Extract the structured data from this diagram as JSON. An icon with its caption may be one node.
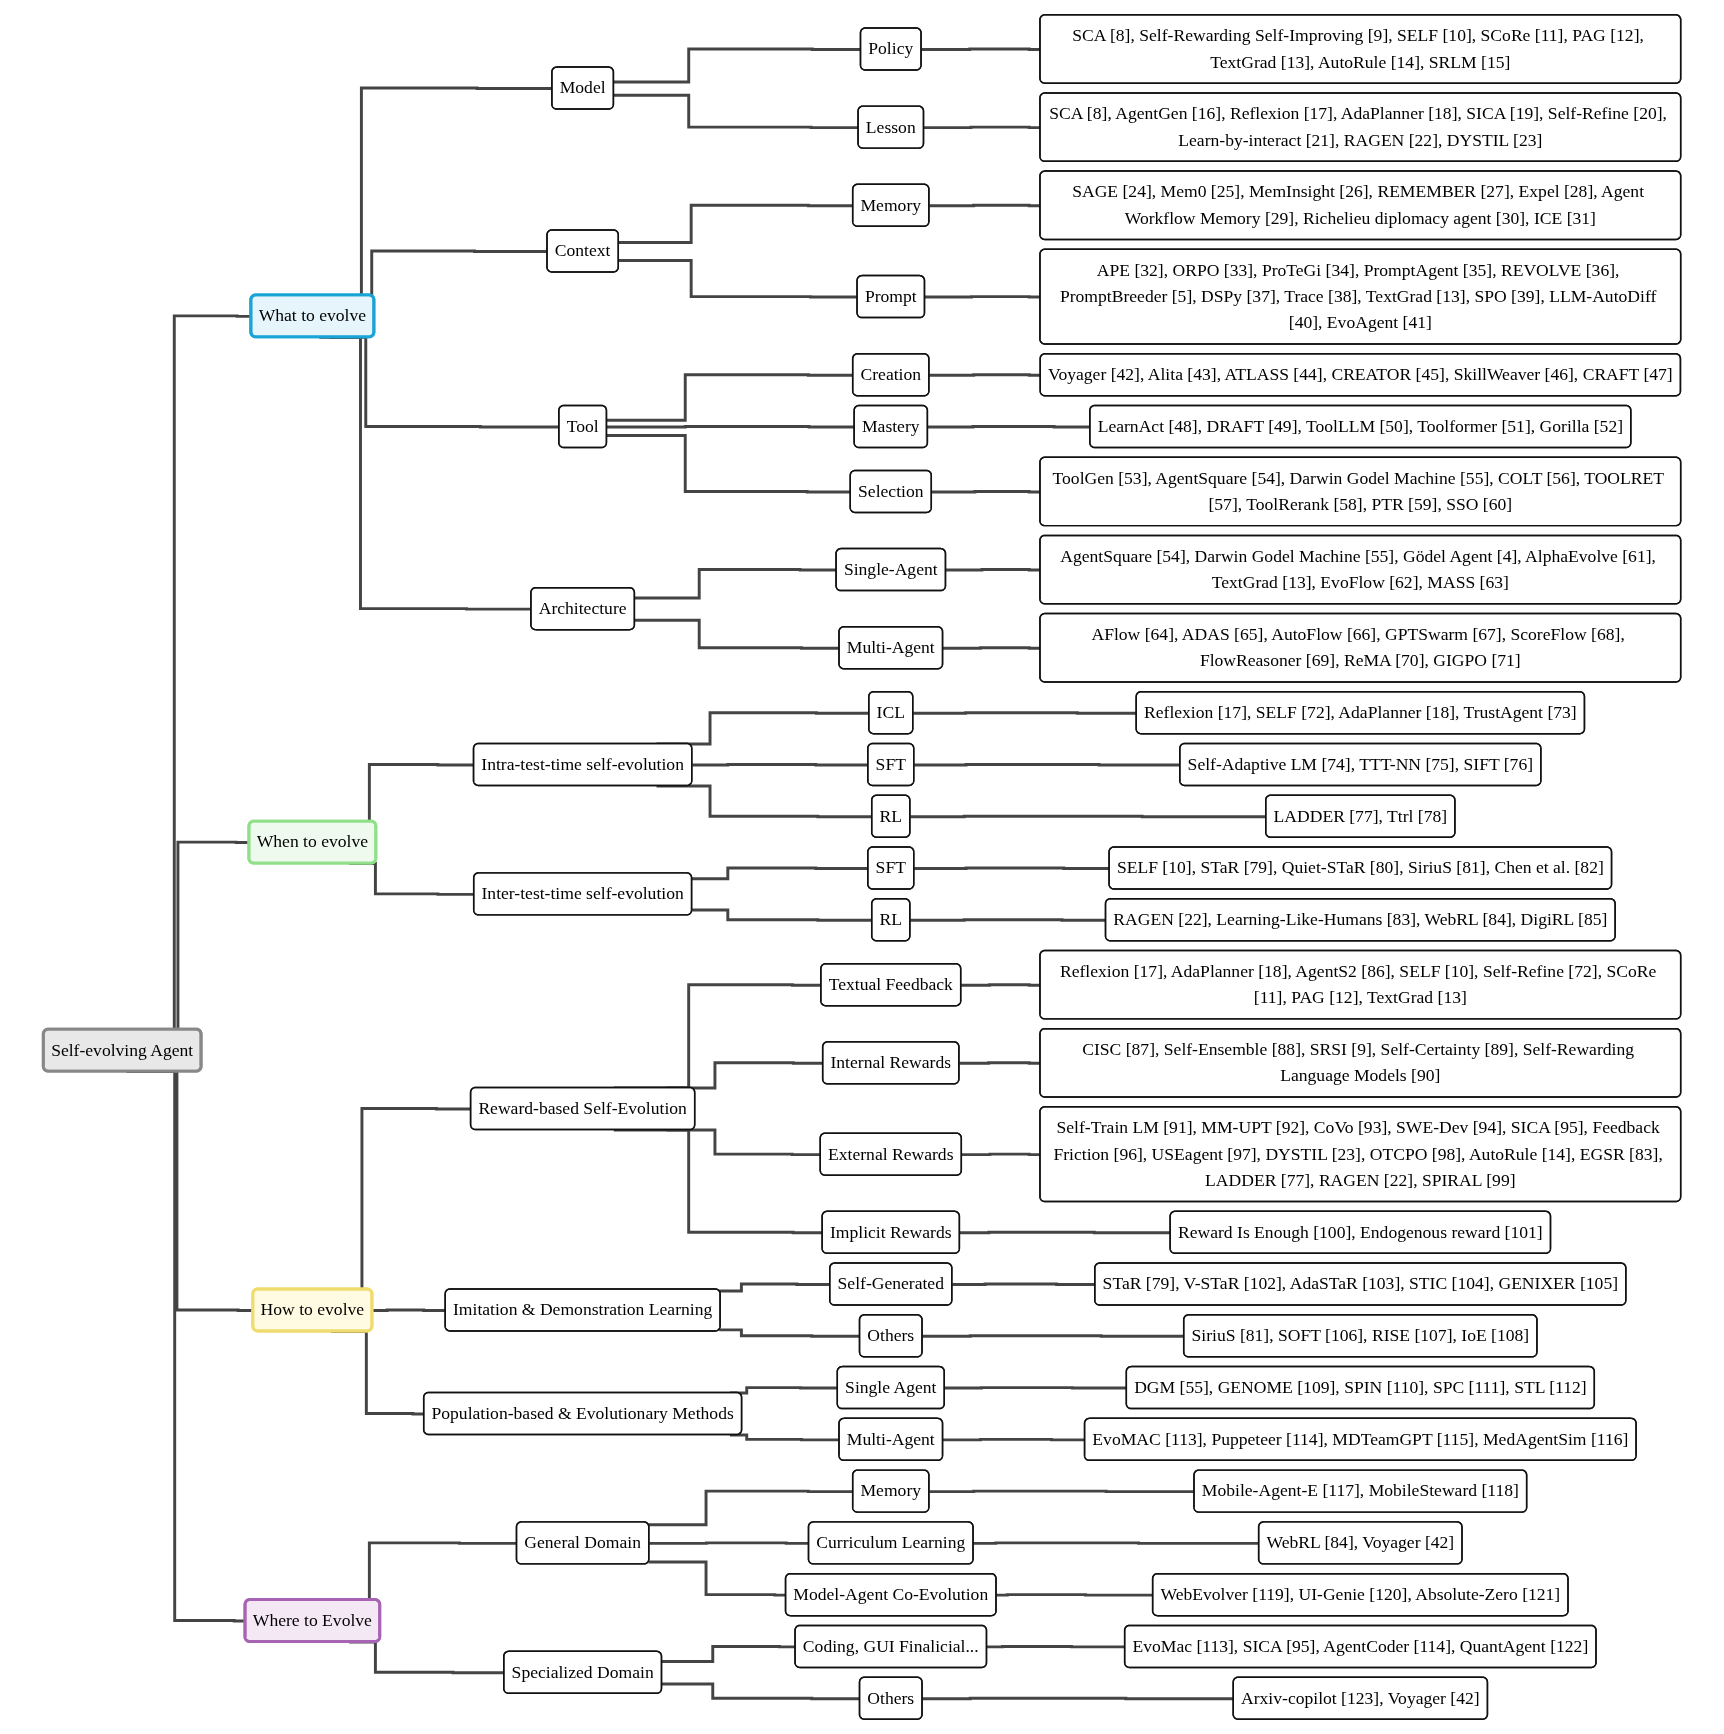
{
  "diagram": {
    "nodes": [
      {
        "text": [
          "Self-evolving Agent"
        ]
      },
      {
        "text": [
          "What to evolve"
        ]
      },
      {
        "text": [
          "Model"
        ]
      },
      {
        "text": [
          "Policy"
        ]
      },
      {
        "text": [
          "SCA [8], Self-Rewarding Self-Improving [9], SELF [10], SCoRe [11], PAG [12], TextGrad [13], AutoRule [14], SRLM [15]"
        ]
      },
      {
        "text": [
          "Lesson"
        ]
      },
      {
        "text": [
          "SCA [8], AgentGen [16], Reflexion [17], AdaPlanner [18], SICA [19], Self-Refine [20], Learn-by-interact [21], RAGEN [22], DYSTIL [23]"
        ]
      },
      {
        "text": [
          "Context"
        ]
      },
      {
        "text": [
          "Memory"
        ]
      },
      {
        "text": [
          "SAGE [24], Mem0 [25], MemInsight [26], REMEMBER [27], Expel [28], Agent Workflow Memory [29], Richelieu diplomacy agent [30], ICE [31]"
        ]
      },
      {
        "text": [
          "Prompt"
        ]
      },
      {
        "text": [
          "APE [32], ORPO [33], ProTeGi [34], PromptAgent [35], REVOLVE [36], PromptBreeder [5], DSPy [37], Trace [38], TextGrad [13], SPO [39], LLM-AutoDiff [40], EvoAgent [41]"
        ]
      },
      {
        "text": [
          "Tool"
        ]
      },
      {
        "text": [
          "Creation"
        ]
      },
      {
        "text": [
          "Voyager [42], Alita [43], ATLASS [44], CREATOR [45], SkillWeaver [46], CRAFT [47]"
        ]
      },
      {
        "text": [
          "Mastery"
        ]
      },
      {
        "text": [
          "LearnAct [48], DRAFT [49], ToolLLM [50], Toolformer [51], Gorilla [52]"
        ]
      },
      {
        "text": [
          "Selection"
        ]
      },
      {
        "text": [
          "ToolGen [53], AgentSquare [54], Darwin Godel Machine [55], COLT [56], TOOLRET [57], ToolRerank [58], PTR [59], SSO [60]"
        ]
      },
      {
        "text": [
          "Architecture"
        ]
      },
      {
        "text": [
          "Single-Agent"
        ]
      },
      {
        "text": [
          "AgentSquare [54], Darwin Godel Machine [55], Gödel Agent [4], AlphaEvolve [61], TextGrad [13], EvoFlow [62], MASS [63]"
        ]
      },
      {
        "text": [
          "Multi-Agent"
        ]
      },
      {
        "text": [
          "AFlow [64], ADAS [65], AutoFlow [66], GPTSwarm [67], ScoreFlow [68], FlowReasoner [69], ReMA [70], GIGPO [71]"
        ]
      },
      {
        "text": [
          "When to evolve"
        ]
      },
      {
        "text": [
          "Intra-test-time self-evolution"
        ]
      },
      {
        "text": [
          "ICL"
        ]
      },
      {
        "text": [
          "Reflexion [17], SELF [72], AdaPlanner [18], TrustAgent [73]"
        ]
      },
      {
        "text": [
          "SFT"
        ]
      },
      {
        "text": [
          "Self-Adaptive LM [74], TTT-NN [75], SIFT [76]"
        ]
      },
      {
        "text": [
          "RL"
        ]
      },
      {
        "text": [
          "LADDER [77], Ttrl [78]"
        ]
      },
      {
        "text": [
          "Inter-test-time self-evolution"
        ]
      },
      {
        "text": [
          "SFT"
        ]
      },
      {
        "text": [
          "SELF [10], STaR [79], Quiet-STaR [80], SiriuS [81], Chen et al. [82]"
        ]
      },
      {
        "text": [
          "RL"
        ]
      },
      {
        "text": [
          "RAGEN [22], Learning-Like-Humans [83], WebRL [84], DigiRL [85]"
        ]
      },
      {
        "text": [
          "How to evolve"
        ]
      },
      {
        "text": [
          "Reward-based Self-Evolution"
        ]
      },
      {
        "text": [
          "Textual Feedback"
        ]
      },
      {
        "text": [
          "Reflexion [17], AdaPlanner [18], AgentS2 [86], SELF [10], Self-Refine [72], SCoRe [11], PAG [12], TextGrad [13]"
        ]
      },
      {
        "text": [
          "Internal Rewards"
        ]
      },
      {
        "text": [
          "CISC [87], Self-Ensemble [88], SRSI [9], Self-Certainty [89], Self-Rewarding Language Models [90]"
        ]
      },
      {
        "text": [
          "External Rewards"
        ]
      },
      {
        "text": [
          "Self-Train LM [91], MM-UPT [92], CoVo [93], SWE-Dev [94], SICA [95], Feedback Friction [96], USEagent [97], DYSTIL [23], OTCPO [98], AutoRule [14], EGSR [83], LADDER [77], RAGEN [22], SPIRAL [99]"
        ]
      },
      {
        "text": [
          "Implicit Rewards"
        ]
      },
      {
        "text": [
          "Reward Is Enough [100], Endogenous reward [101]"
        ]
      },
      {
        "text": [
          "Imitation & Demonstration Learning"
        ]
      },
      {
        "text": [
          "Self-Generated"
        ]
      },
      {
        "text": [
          "STaR [79], V-STaR [102], AdaSTaR [103], STIC [104], GENIXER [105]"
        ]
      },
      {
        "text": [
          "Others"
        ]
      },
      {
        "text": [
          "SiriuS [81], SOFT [106], RISE [107], IoE [108]"
        ]
      },
      {
        "text": [
          "Population-based & Evolutionary Methods"
        ]
      },
      {
        "text": [
          "Single Agent"
        ]
      },
      {
        "text": [
          "DGM [55], GENOME [109], SPIN [110], SPC [111], STL [112]"
        ]
      },
      {
        "text": [
          "Multi-Agent"
        ]
      },
      {
        "text": [
          "EvoMAC [113], Puppeteer [114], MDTeamGPT [115], MedAgentSim [116]"
        ]
      },
      {
        "text": [
          "Where to Evolve"
        ]
      },
      {
        "text": [
          "General Domain"
        ]
      },
      {
        "text": [
          "Memory"
        ]
      },
      {
        "text": [
          "Mobile-Agent-E [117], MobileSteward [118]"
        ]
      },
      {
        "text": [
          "Curriculum Learning"
        ]
      },
      {
        "text": [
          "WebRL [84], Voyager [42]"
        ]
      },
      {
        "text": [
          "Model-Agent Co-Evolution"
        ]
      },
      {
        "text": [
          "WebEvolver [119], UI-Genie [120], Absolute-Zero [121]"
        ]
      },
      {
        "text": [
          "Specialized Domain"
        ]
      },
      {
        "text": [
          "Coding, GUI Finalicial..."
        ]
      },
      {
        "text": [
          "EvoMac [113], SICA [95], AgentCoder [114], QuantAgent [122]"
        ]
      },
      {
        "text": [
          "Others"
        ]
      },
      {
        "text": [
          "Arxiv-copilot [123], Voyager [42]"
        ]
      }
    ],
    "edges": [
      {
        "from": 0,
        "to": 1,
        "arrow": "none"
      },
      {
        "from": 1,
        "to": 2,
        "arrow": "none"
      },
      {
        "from": 2,
        "to": 3,
        "arrow": "none"
      },
      {
        "from": 3,
        "to": 4,
        "arrow": "none"
      },
      {
        "from": 2,
        "to": 5,
        "arrow": "none"
      },
      {
        "from": 5,
        "to": 6,
        "arrow": "none"
      },
      {
        "from": 1,
        "to": 7,
        "arrow": "none"
      },
      {
        "from": 7,
        "to": 8,
        "arrow": "none"
      },
      {
        "from": 8,
        "to": 9,
        "arrow": "none"
      },
      {
        "from": 7,
        "to": 10,
        "arrow": "none"
      },
      {
        "from": 10,
        "to": 11,
        "arrow": "none"
      },
      {
        "from": 1,
        "to": 12,
        "arrow": "none"
      },
      {
        "from": 12,
        "to": 13,
        "arrow": "none"
      },
      {
        "from": 13,
        "to": 14,
        "arrow": "none"
      },
      {
        "from": 12,
        "to": 15,
        "arrow": "none"
      },
      {
        "from": 15,
        "to": 16,
        "arrow": "none"
      },
      {
        "from": 12,
        "to": 17,
        "arrow": "none"
      },
      {
        "from": 17,
        "to": 18,
        "arrow": "none"
      },
      {
        "from": 1,
        "to": 19,
        "arrow": "none"
      },
      {
        "from": 19,
        "to": 20,
        "arrow": "none"
      },
      {
        "from": 20,
        "to": 21,
        "arrow": "none"
      },
      {
        "from": 19,
        "to": 22,
        "arrow": "none"
      },
      {
        "from": 22,
        "to": 23,
        "arrow": "none"
      },
      {
        "from": 0,
        "to": 24,
        "arrow": "none"
      },
      {
        "from": 24,
        "to": 25,
        "arrow": "none"
      },
      {
        "from": 25,
        "to": 26,
        "arrow": "none"
      },
      {
        "from": 26,
        "to": 27,
        "arrow": "none"
      },
      {
        "from": 25,
        "to": 28,
        "arrow": "none"
      },
      {
        "from": 28,
        "to": 29,
        "arrow": "none"
      },
      {
        "from": 25,
        "to": 30,
        "arrow": "none"
      },
      {
        "from": 30,
        "to": 31,
        "arrow": "none"
      },
      {
        "from": 24,
        "to": 32,
        "arrow": "none"
      },
      {
        "from": 32,
        "to": 33,
        "arrow": "none"
      },
      {
        "from": 33,
        "to": 34,
        "arrow": "none"
      },
      {
        "from": 32,
        "to": 35,
        "arrow": "none"
      },
      {
        "from": 35,
        "to": 36,
        "arrow": "none"
      },
      {
        "from": 0,
        "to": 37,
        "arrow": "none"
      },
      {
        "from": 37,
        "to": 38,
        "arrow": "none"
      },
      {
        "from": 38,
        "to": 39,
        "arrow": "none"
      },
      {
        "from": 39,
        "to": 40,
        "arrow": "none"
      },
      {
        "from": 38,
        "to": 41,
        "arrow": "none"
      },
      {
        "from": 41,
        "to": 42,
        "arrow": "none"
      },
      {
        "from": 38,
        "to": 43,
        "arrow": "none"
      },
      {
        "from": 43,
        "to": 44,
        "arrow": "none"
      },
      {
        "from": 38,
        "to": 45,
        "arrow": "none"
      },
      {
        "from": 45,
        "to": 46,
        "arrow": "none"
      },
      {
        "from": 37,
        "to": 47,
        "arrow": "none"
      },
      {
        "from": 47,
        "to": 48,
        "arrow": "none"
      },
      {
        "from": 48,
        "to": 49,
        "arrow": "none"
      },
      {
        "from": 47,
        "to": 50,
        "arrow": "none"
      },
      {
        "from": 50,
        "to": 51,
        "arrow": "none"
      },
      {
        "from": 37,
        "to": 52,
        "arrow": "none"
      },
      {
        "from": 52,
        "to": 53,
        "arrow": "none"
      },
      {
        "from": 53,
        "to": 54,
        "arrow": "none"
      },
      {
        "from": 52,
        "to": 55,
        "arrow": "none"
      },
      {
        "from": 55,
        "to": 56,
        "arrow": "none"
      },
      {
        "from": 0,
        "to": 57,
        "arrow": "none"
      },
      {
        "from": 57,
        "to": 58,
        "arrow": "none"
      },
      {
        "from": 58,
        "to": 59,
        "arrow": "none"
      },
      {
        "from": 59,
        "to": 60,
        "arrow": "none"
      },
      {
        "from": 58,
        "to": 61,
        "arrow": "none"
      },
      {
        "from": 61,
        "to": 62,
        "arrow": "none"
      },
      {
        "from": 58,
        "to": 63,
        "arrow": "none"
      },
      {
        "from": 63,
        "to": 64,
        "arrow": "none"
      },
      {
        "from": 57,
        "to": 65,
        "arrow": "none"
      },
      {
        "from": 65,
        "to": 66,
        "arrow": "none"
      },
      {
        "from": 66,
        "to": 67,
        "arrow": "none"
      },
      {
        "from": 65,
        "to": 68,
        "arrow": "none"
      },
      {
        "from": 68,
        "to": 69,
        "arrow": "none"
      }
    ]
  }
}
